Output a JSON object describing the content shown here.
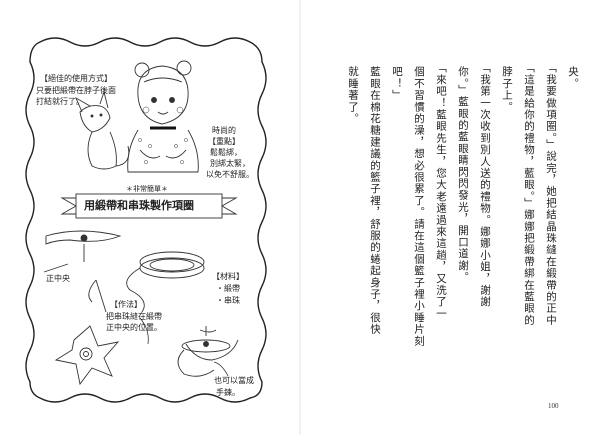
{
  "left_page": {
    "notes": {
      "best_use_title": "【絕佳的使用方式】",
      "best_use_1": "只要把緞帶在脖子後面",
      "best_use_2": "打結就行了。",
      "key_title": "時尚的",
      "key_label": "【重點】",
      "key_1": "鬆鬆綁，",
      "key_2": "別綁太緊，",
      "key_3": "以免不舒服。",
      "banner_small": "＊非常簡單＊",
      "banner_main": "用緞帶和串珠製作項圈",
      "center_label": "正中央",
      "materials_title": "【材料】",
      "materials_1": "・緞帶",
      "materials_2": "・串珠",
      "method_title": "【作法】",
      "method_1": "把串珠縫在緞帶",
      "method_2": "正中央的位置。",
      "bracelet_1": "也可以當成",
      "bracelet_2": "手鍊。"
    }
  },
  "right_page": {
    "columns": [
      "央。",
      "「我要做項圈。」說完，她把結晶珠縫在緞帶的正中",
      "「這是給你的禮物，藍眼。」娜娜把緞帶綁在藍眼的",
      "脖子上。",
      "「我第一次收到別人送的禮物。娜娜小姐，謝謝",
      "你。」藍眼的藍眼睛閃閃發光，開口道謝。",
      "「來吧！藍眼先生，您大老遠過來這趟，又洗了一",
      "個不習慣的澡，想必很累了。請在這個籃子裡小睡片刻",
      "吧！」",
      "藍眼在棉花糖建議的籃子裡，舒服的蜷起身子，很快",
      "就睡著了。"
    ],
    "page_number": "100"
  }
}
